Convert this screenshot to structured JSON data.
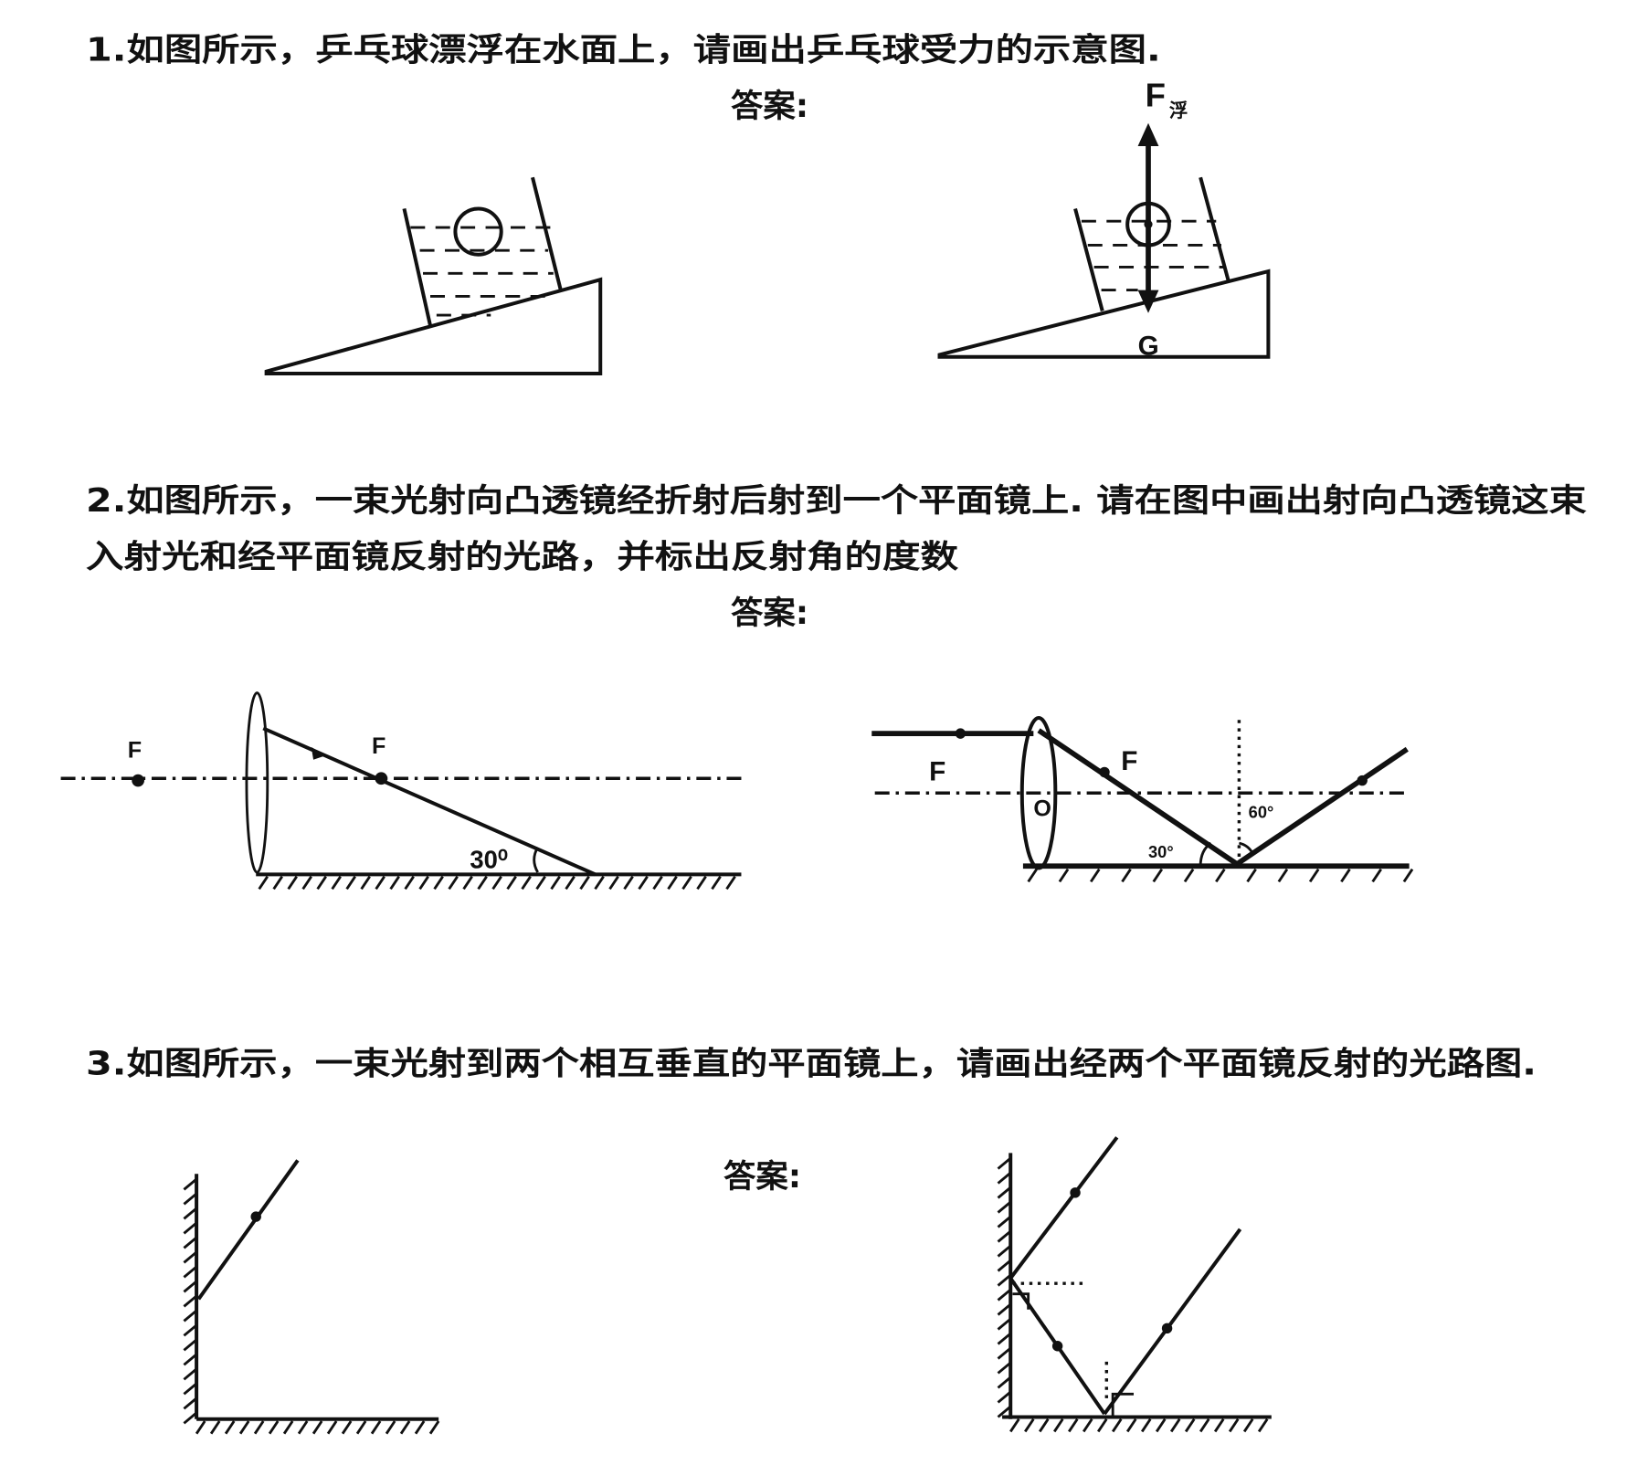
{
  "questions": [
    {
      "text": "1.如图所示，乒乓球漂浮在水面上，请画出乒乓球受力的示意图.",
      "answer_label": "答案:",
      "labels": {
        "buoyancy": "F",
        "buoyancy_sub": "浮",
        "gravity": "G"
      }
    },
    {
      "text_line1": "2.如图所示，一束光射向凸透镜经折射后射到一个平面镜上. 请在图中画出射向凸透镜这束",
      "text_line2": "入射光和经平面镜反射的光路，并标出反射角的度数",
      "answer_label": "答案:",
      "labels": {
        "focus_left": "F",
        "focus_right": "F",
        "angle": "30⁰",
        "ans_focus_left": "F",
        "ans_focus_right": "F",
        "ans_center": "O",
        "ans_angle_incident": "30°",
        "ans_angle_reflect": "60°"
      }
    },
    {
      "text": "3.如图所示，一束光射到两个相互垂直的平面镜上，请画出经两个平面镜反射的光路图.",
      "answer_label": "答案:"
    }
  ]
}
